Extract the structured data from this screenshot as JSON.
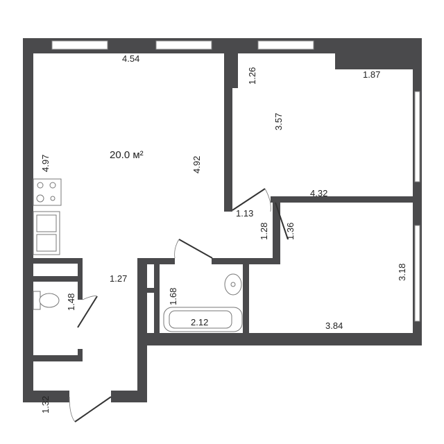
{
  "floor_plan": {
    "living_room": {
      "area": "20.0 м²",
      "width_top": "4.54",
      "height_left": "4.97",
      "height_right": "4.92"
    },
    "bedroom_1": {
      "niche": "1.26",
      "width_top": "1.87",
      "height": "3.57",
      "width": "4.32"
    },
    "bedroom_2": {
      "height": "3.18",
      "width": "3.84"
    },
    "corridor": {
      "width": "1.13",
      "height": "1.28",
      "door_width": "1.36"
    },
    "hall": {
      "width": "1.27",
      "entry_height": "1.32"
    },
    "toilet": {
      "length": "1.48"
    },
    "bathroom": {
      "height": "1.68",
      "width": "2.12"
    }
  }
}
